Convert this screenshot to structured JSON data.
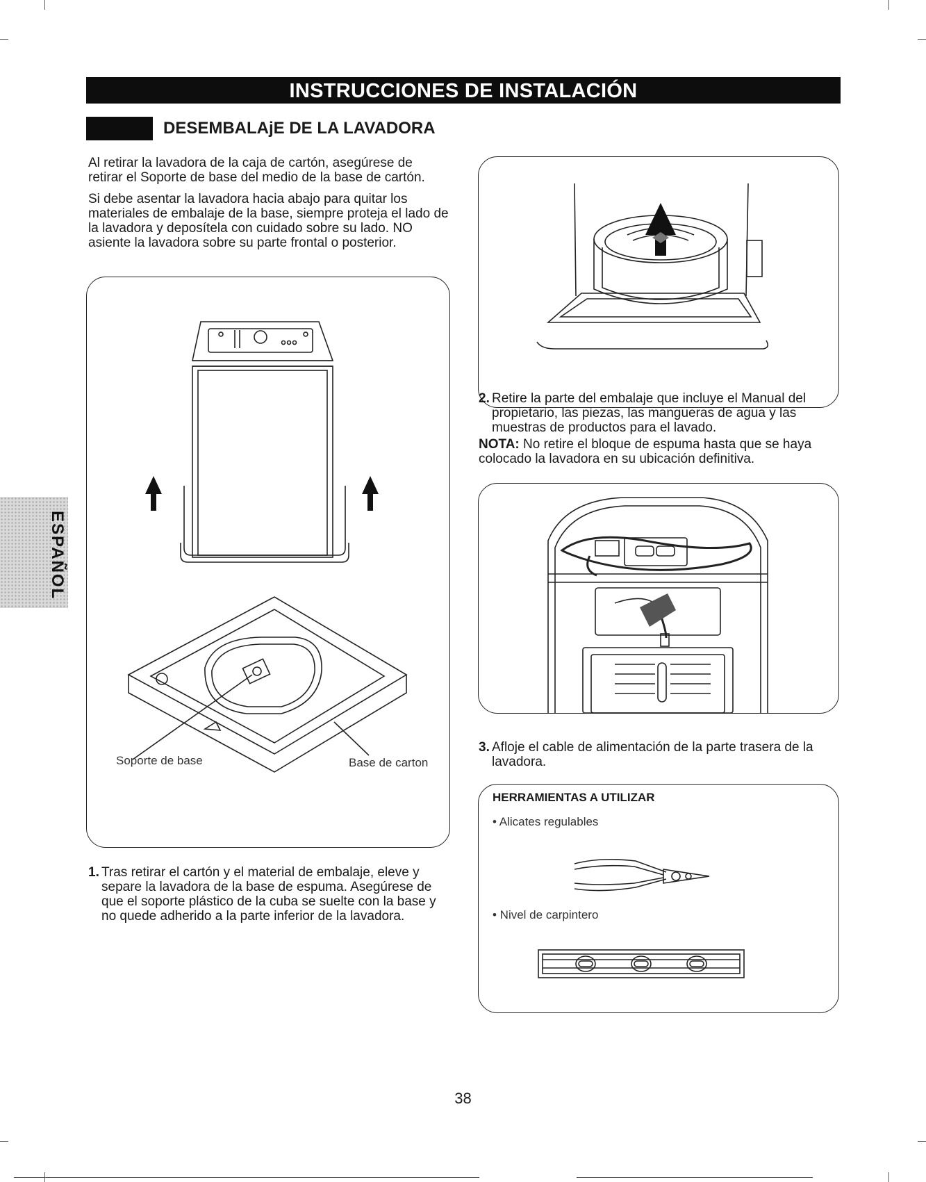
{
  "header": {
    "banner": "INSTRUCCIONES DE INSTALACIÓN",
    "section_title": "DESEMBALAjE DE LA LAVADORA"
  },
  "intro": {
    "p1": "Al retirar la lavadora de la caja de cartón, asegúrese de retirar el Soporte de base del medio de la base de cartón.",
    "p2": "Si debe asentar la lavadora hacia abajo para quitar los materiales de embalaje de la base, siempre proteja el lado de la lavadora y deposítela con cuidado sobre su lado. NO asiente la lavadora sobre su parte frontal o posterior."
  },
  "figure1": {
    "label_left": "Soporte de base",
    "label_right": "Base de carton"
  },
  "steps": {
    "s1_num": "1.",
    "s1_text": "Tras retirar el cartón y el material de embalaje, eleve y separe la lavadora de la base de espuma. Asegúrese de que el soporte plástico de la cuba se suelte con la base y no quede adherido a la parte inferior de la lavadora.",
    "s2_num": "2.",
    "s2_text": "Retire la parte del embalaje que incluye el Manual del propietario, las piezas, las mangueras de agua y las muestras de productos para el lavado.",
    "note_label": "NOTA:",
    "note_text": " No retire el bloque de espuma hasta que se haya colocado la lavadora en su ubicación definitiva.",
    "s3_num": "3.",
    "s3_text": "Afloje el cable de alimentación de la parte trasera de la lavadora."
  },
  "tools": {
    "title": "HERRAMIENTAS A UTILIZAR",
    "items": [
      "• Alicates regulables",
      "• Nivel de carpintero"
    ]
  },
  "side_tab": "ESPAÑOL",
  "page_number": "38"
}
